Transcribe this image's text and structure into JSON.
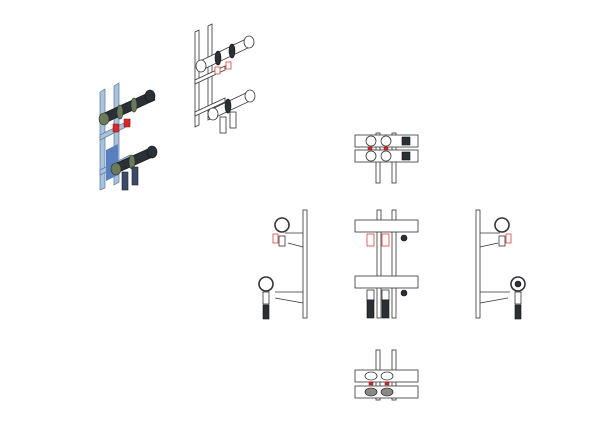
{
  "drawing": {
    "views": [
      "isometric-colored",
      "isometric-outline",
      "top",
      "left",
      "front",
      "right",
      "bottom"
    ],
    "colors": {
      "background": "#ffffff",
      "line": "#333333",
      "accent_red": "#e0403a",
      "rail_blue": "#a9c3df",
      "dark_fitting": "#2b2f36"
    }
  }
}
